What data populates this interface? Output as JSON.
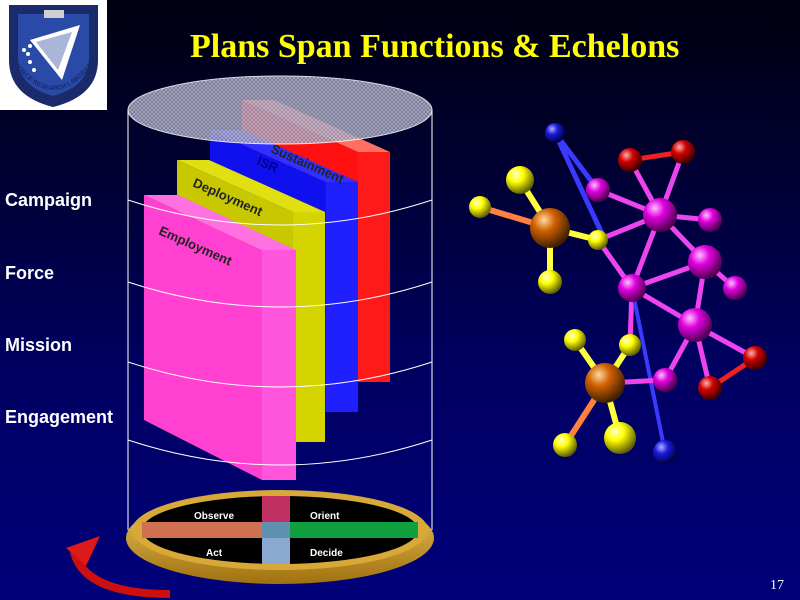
{
  "slide": {
    "title": "Plans Span Functions & Echelons",
    "page_number": "17"
  },
  "logo": {
    "text": "AIR FORCE RESEARCH LABORATORY"
  },
  "echelons": [
    "Campaign",
    "Force",
    "Mission",
    "Engagement"
  ],
  "planes": [
    {
      "label": "Employment",
      "color": "#ff44cc"
    },
    {
      "label": "Deployment",
      "color": "#cccc00"
    },
    {
      "label": "ISR",
      "color": "#1a1aff"
    },
    {
      "label": "Sustainment",
      "color": "#ff1010"
    }
  ],
  "ooda": {
    "observe": "Observe",
    "orient": "Orient",
    "act": "Act",
    "decide": "Decide"
  },
  "colors": {
    "title": "#ffff00",
    "background": "#000060"
  }
}
